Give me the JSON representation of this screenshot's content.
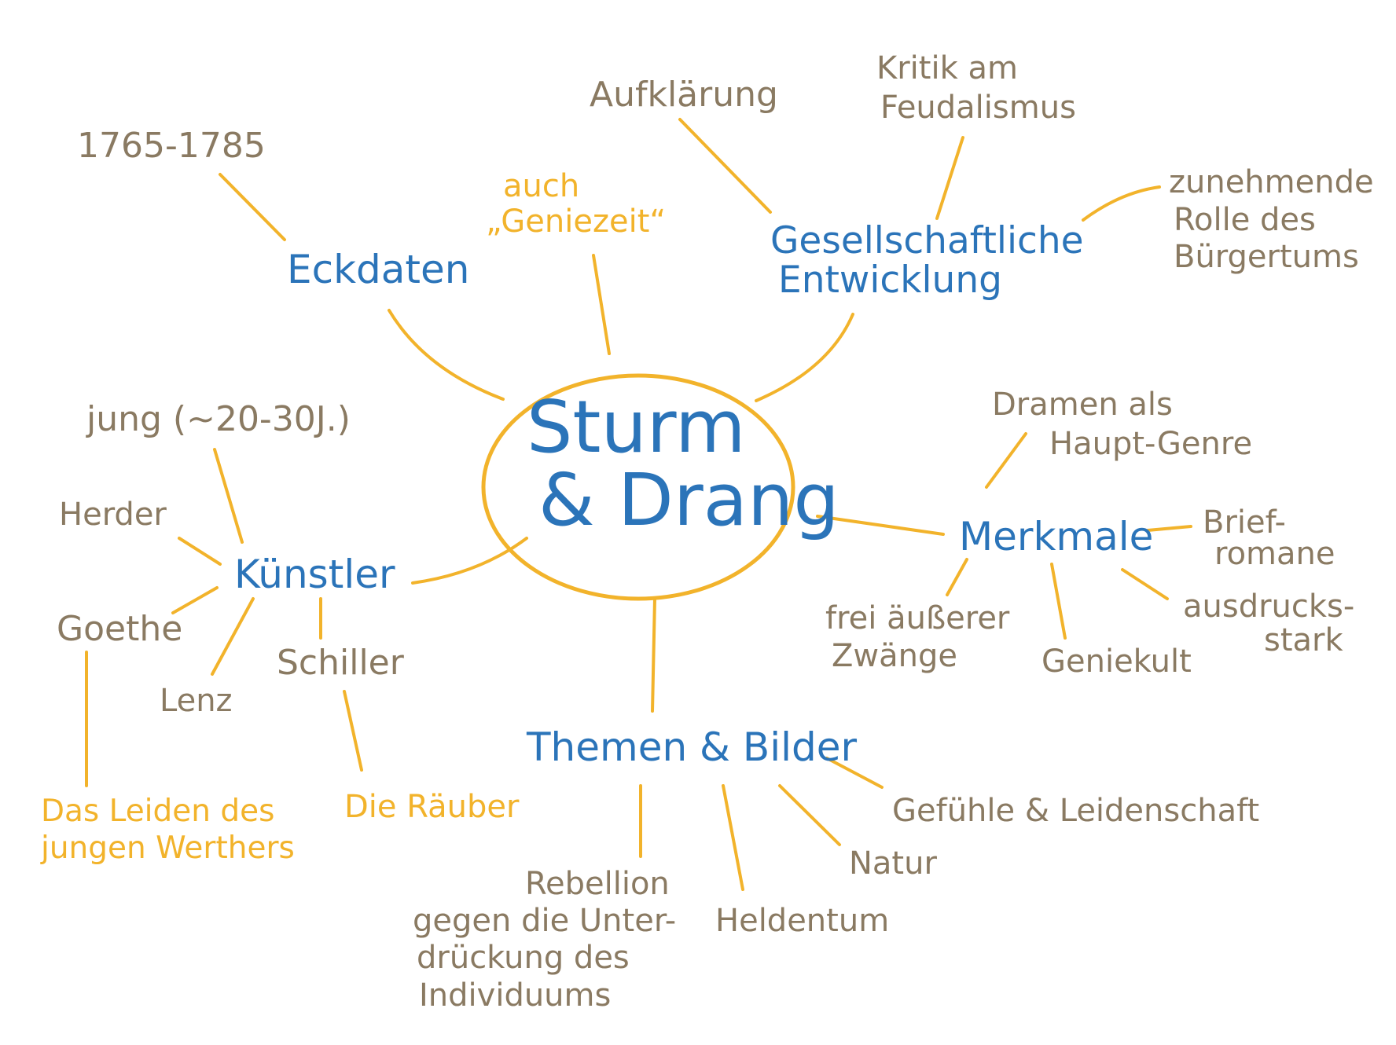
{
  "colors": {
    "main": "#2b74b9",
    "detail": "#8a7a62",
    "accent": "#f2b32b",
    "background": "#ffffff"
  },
  "center": {
    "line1": "Sturm",
    "line2": "& Drang"
  },
  "branches": {
    "eckdaten": {
      "label": "Eckdaten",
      "date_range": "1765-1785",
      "alias_line1": "auch",
      "alias_line2": "„Geniezeit“"
    },
    "gesellschaft": {
      "label_line1": "Gesellschaftliche",
      "label_line2": "Entwicklung",
      "aufklaerung": "Aufklärung",
      "kritik_line1": "Kritik am",
      "kritik_line2": "Feudalismus",
      "buerger_line1": "zunehmende",
      "buerger_line2": "Rolle des",
      "buerger_line3": "Bürgertums"
    },
    "kuenstler": {
      "label": "Künstler",
      "age": "jung (~20-30J.)",
      "herder": "Herder",
      "goethe": "Goethe",
      "lenz": "Lenz",
      "schiller": "Schiller",
      "werther_line1": "Das Leiden des",
      "werther_line2": "jungen Werthers",
      "raeuber": "Die Räuber"
    },
    "merkmale": {
      "label": "Merkmale",
      "dramen_line1": "Dramen als",
      "dramen_line2": "Haupt-Genre",
      "brief_line1": "Brief-",
      "brief_line2": "romane",
      "ausdruck_line1": "ausdrucks-",
      "ausdruck_line2": "stark",
      "geniekult": "Geniekult",
      "frei_line1": "frei äußerer",
      "frei_line2": "Zwänge"
    },
    "themen": {
      "label": "Themen & Bilder",
      "gefuehle": "Gefühle & Leidenschaft",
      "natur": "Natur",
      "heldentum": "Heldentum",
      "rebellion_line1": "Rebellion",
      "rebellion_line2": "gegen die Unter-",
      "rebellion_line3": "drückung des",
      "rebellion_line4": "Individuums"
    }
  }
}
